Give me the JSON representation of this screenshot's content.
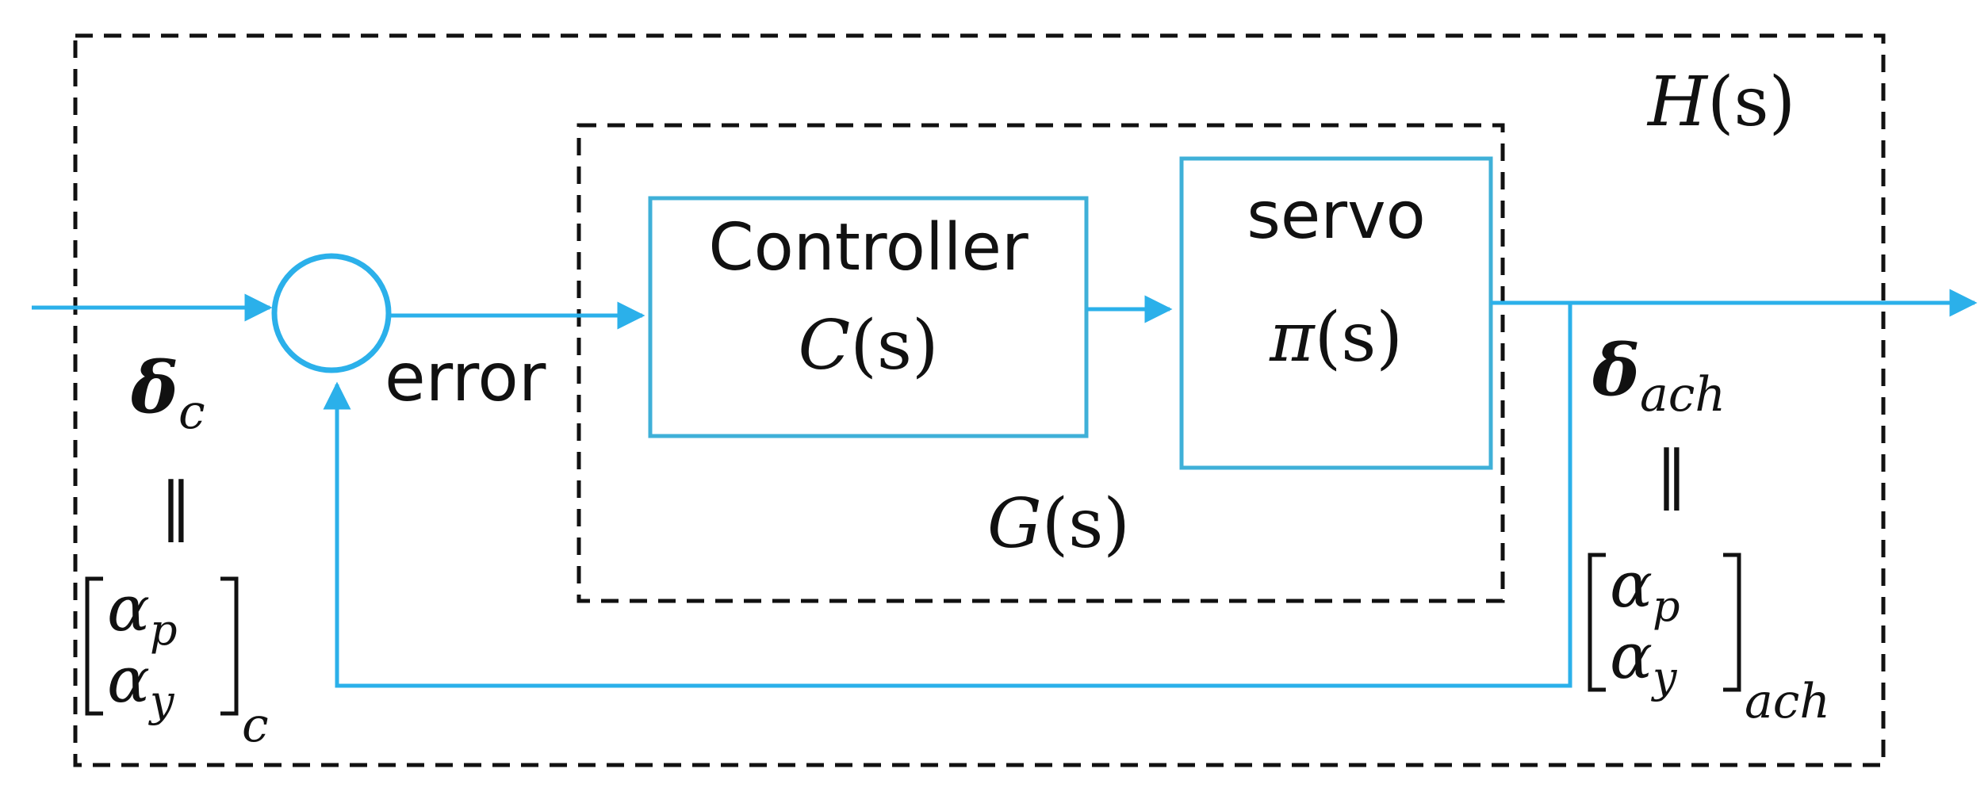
{
  "colors": {
    "signal": "#2BB0EA",
    "block_border": "#3FB0D8",
    "dashed": "#111111",
    "text": "#111111"
  },
  "labels": {
    "outer_system": {
      "func": "H",
      "arg": "(s)"
    },
    "inner_system": {
      "func": "G",
      "arg": "(s)"
    },
    "error": "error",
    "input_symbol": {
      "base": "δ",
      "sub": "c"
    },
    "output_symbol": {
      "base": "δ",
      "sub": "ach"
    },
    "equivalence": "‖",
    "vector_top": {
      "base": "α",
      "sub": "p"
    },
    "vector_bottom": {
      "base": "α",
      "sub": "y"
    },
    "input_vector_sub": "c",
    "output_vector_sub": "ach"
  },
  "blocks": {
    "controller": {
      "title": "Controller",
      "func": "C",
      "arg": "(s)"
    },
    "servo": {
      "title": "servo",
      "func": "π",
      "arg": "(s)"
    }
  }
}
